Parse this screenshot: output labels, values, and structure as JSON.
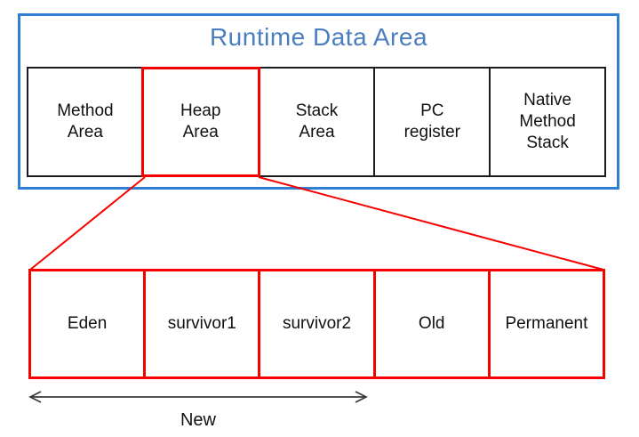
{
  "diagram": {
    "title": "Runtime Data Area",
    "runtime_cells": [
      "Method\nArea",
      "Heap\nArea",
      "Stack\nArea",
      "PC\nregister",
      "Native\nMethod\nStack"
    ],
    "heap_cells": [
      "Eden",
      "survivor1",
      "survivor2",
      "Old",
      "Permanent"
    ],
    "arrow_label": "New",
    "colors": {
      "container_border": "#2f80d3",
      "title_text": "#4a7ebf",
      "highlight_red": "#f70000",
      "cell_border": "#1c1c1c",
      "arrow": "#3a3a3a"
    }
  }
}
